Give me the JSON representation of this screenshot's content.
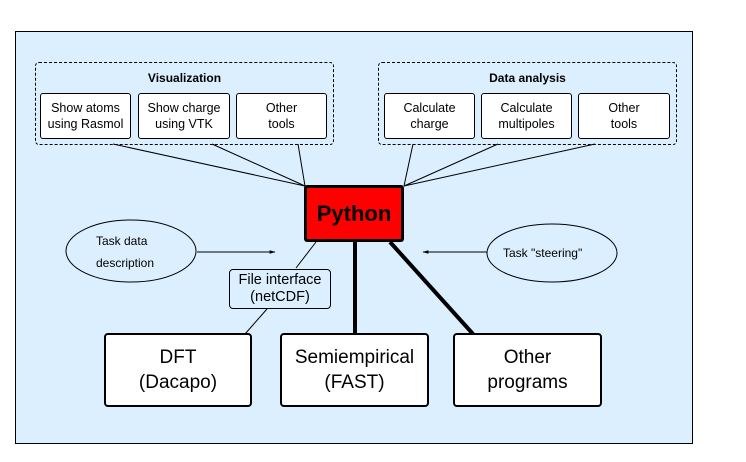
{
  "diagram": {
    "colors": {
      "background": "#dcefff",
      "python_box": "#ff0000",
      "box_fill": "#ffffff",
      "line": "#000000"
    },
    "central_node": {
      "label": "Python"
    },
    "groups": [
      {
        "id": "visualization",
        "title": "Visualization",
        "items": [
          {
            "label": "Show atoms\nusing Rasmol"
          },
          {
            "label": "Show charge\nusing VTK"
          },
          {
            "label": "Other\ntools"
          }
        ]
      },
      {
        "id": "data-analysis",
        "title": "Data analysis",
        "items": [
          {
            "label": "Calculate\ncharge"
          },
          {
            "label": "Calculate\nmultipoles"
          },
          {
            "label": "Other\ntools"
          }
        ]
      }
    ],
    "inputs": [
      {
        "label": "Task data\ndescription",
        "direction": "into Python from left"
      },
      {
        "label": "Task \"steering\"",
        "direction": "into Python from right"
      }
    ],
    "interface": {
      "label": "File interface\n(netCDF)"
    },
    "programs": [
      {
        "label": "DFT\n(Dacapo)",
        "connection": "thin line via file interface"
      },
      {
        "label": "Semiempirical\n(FAST)",
        "connection": "thick line"
      },
      {
        "label": "Other\nprograms",
        "connection": "thick line"
      }
    ]
  }
}
